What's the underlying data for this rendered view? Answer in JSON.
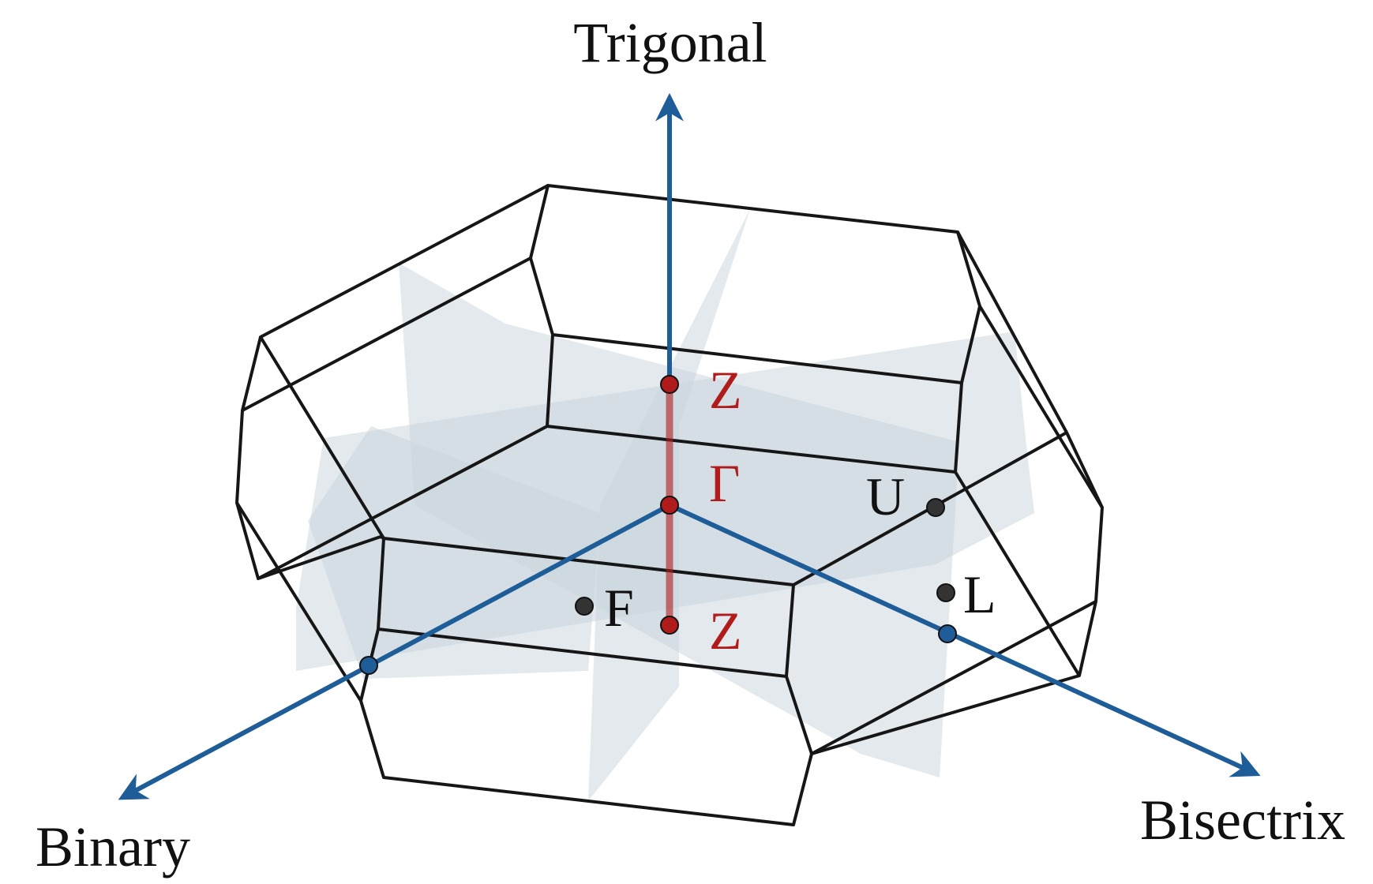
{
  "axes": {
    "trigonal": "Trigonal",
    "binary": "Binary",
    "bisectrix": "Bisectrix"
  },
  "points": {
    "z_top": "Z",
    "gamma": "Γ",
    "z_bottom": "Z",
    "u": "U",
    "l": "L",
    "f": "F"
  },
  "colors": {
    "axis": "#1f5d99",
    "highlight": "#b01c1c",
    "edge": "#161616",
    "plane": "#c7d3dc",
    "black_point": "#333333",
    "blue_point": "#1f5d99"
  }
}
